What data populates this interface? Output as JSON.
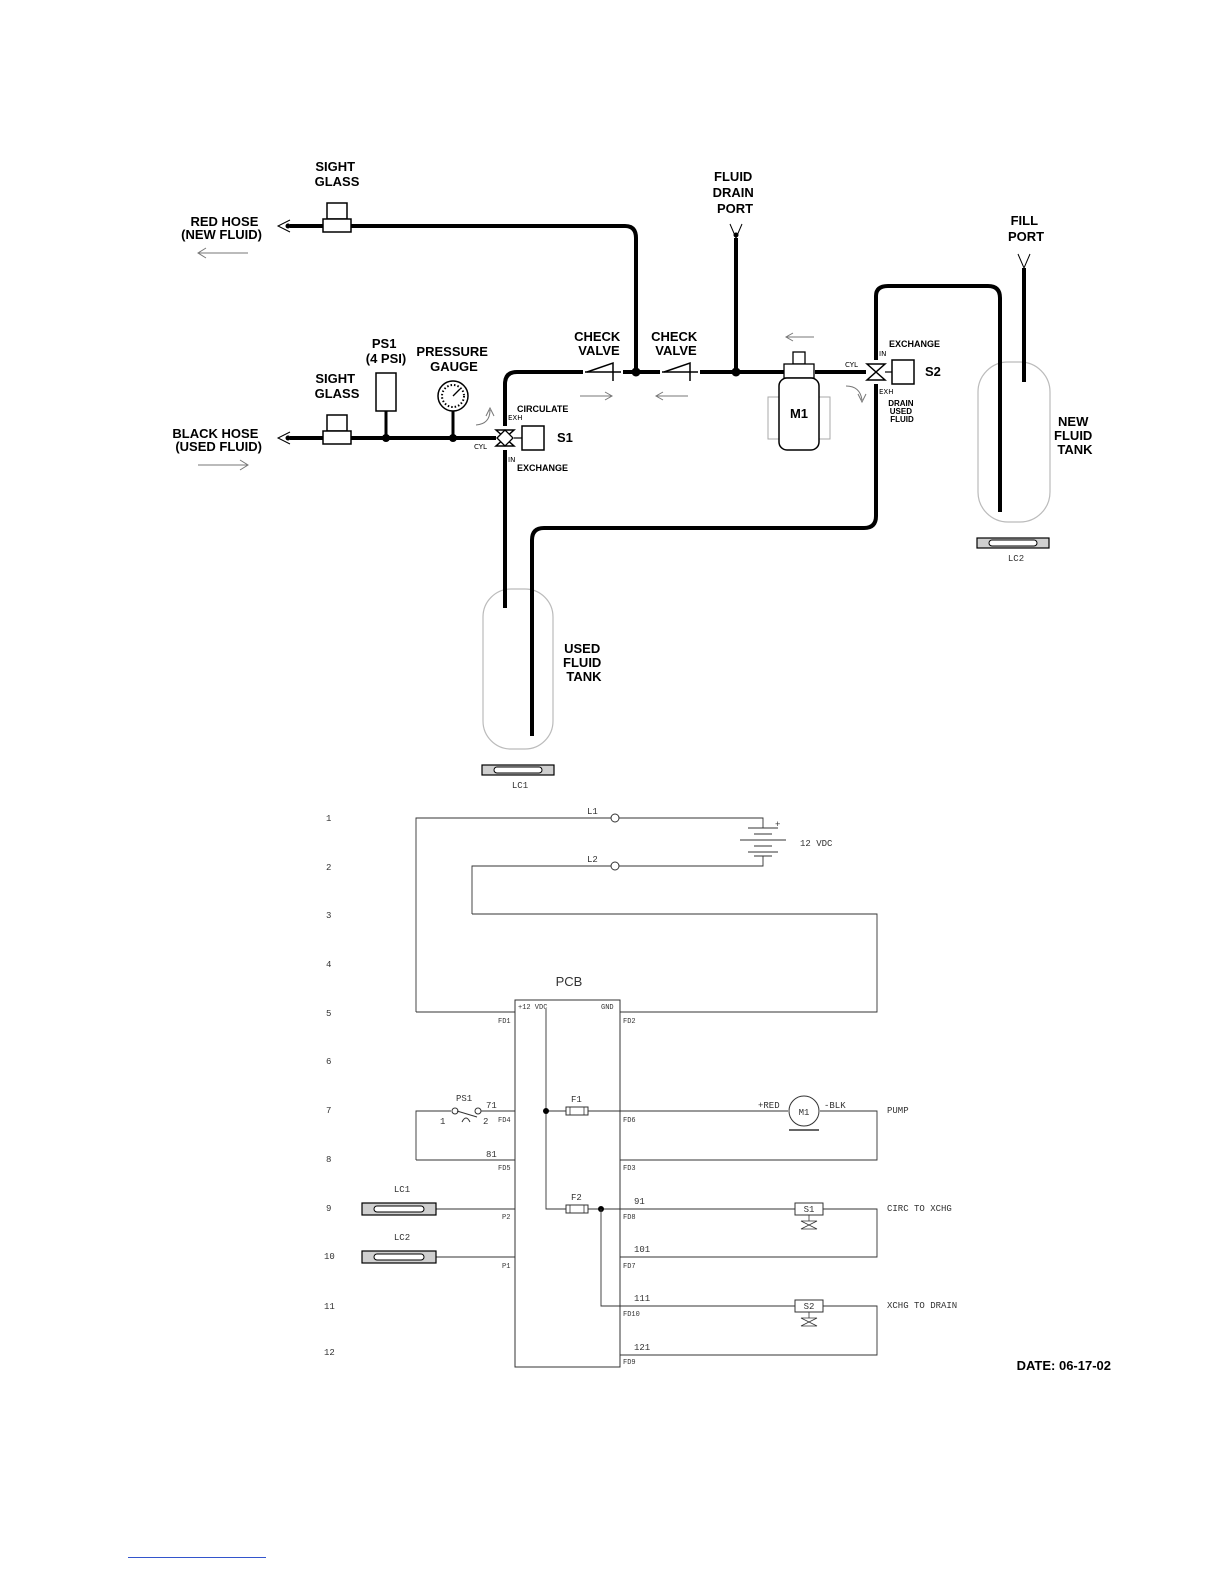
{
  "hydraulic": {
    "sight_glass_top": [
      "SIGHT",
      "GLASS"
    ],
    "red_hose": [
      "RED HOSE",
      "(NEW FLUID)"
    ],
    "fluid_drain_port": [
      "FLUID",
      "DRAIN",
      "PORT"
    ],
    "fill_port": [
      "FILL",
      "PORT"
    ],
    "ps1": [
      "PS1",
      "(4 PSI)"
    ],
    "pressure_gauge": [
      "PRESSURE",
      "GAUGE"
    ],
    "sight_glass_bottom": [
      "SIGHT",
      "GLASS"
    ],
    "black_hose": [
      "BLACK HOSE",
      "(USED FLUID)"
    ],
    "check_valve_1": [
      "CHECK",
      "VALVE"
    ],
    "check_valve_2": [
      "CHECK",
      "VALVE"
    ],
    "circulate": "CIRCULATE",
    "exchange_s1": "EXCHANGE",
    "s1": "S1",
    "exh_s1": "EXH",
    "cyl_s1": "CYL",
    "in_s1": "IN",
    "m1": "M1",
    "exchange_s2": "EXCHANGE",
    "s2": "S2",
    "cyl_s2": "CYL",
    "in_s2": "IN",
    "exh_s2": "EXH",
    "drain_used_fluid": [
      "DRAIN",
      "USED",
      "FLUID"
    ],
    "new_fluid_tank": [
      "NEW",
      "FLUID",
      "TANK"
    ],
    "used_fluid_tank": [
      "USED",
      "FLUID",
      "TANK"
    ],
    "lc1": "LC1",
    "lc2": "LC2"
  },
  "electrical": {
    "line_numbers": [
      "1",
      "2",
      "3",
      "4",
      "5",
      "6",
      "7",
      "8",
      "9",
      "10",
      "11",
      "12"
    ],
    "l1": "L1",
    "l2": "L2",
    "battery_plus": "+",
    "battery_voltage": "12 VDC",
    "pcb": "PCB",
    "pcb_12vdc": "+12 VDC",
    "pcb_gnd": "GND",
    "fd1": "FD1",
    "fd2": "FD2",
    "fd4": "FD4",
    "fd5": "FD5",
    "fd6": "FD6",
    "fd3": "FD3",
    "fd8": "FD8",
    "fd7": "FD7",
    "fd10": "FD10",
    "fd9": "FD9",
    "p2": "P2",
    "p1": "P1",
    "ps1": "PS1",
    "ps1_pin1": "1",
    "ps1_pin2": "2",
    "wire_71": "71",
    "wire_81": "81",
    "wire_91": "91",
    "wire_101": "101",
    "wire_111": "111",
    "wire_121": "121",
    "f1": "F1",
    "f2": "F2",
    "plus_red": "+RED",
    "m1": "M1",
    "minus_blk": "-BLK",
    "pump": "PUMP",
    "s1": "S1",
    "circ_to_xchg": "CIRC TO XCHG",
    "s2": "S2",
    "xchg_to_drain": "XCHG TO DRAIN",
    "lc1": "LC1",
    "lc2": "LC2"
  },
  "date": "DATE: 06-17-02"
}
